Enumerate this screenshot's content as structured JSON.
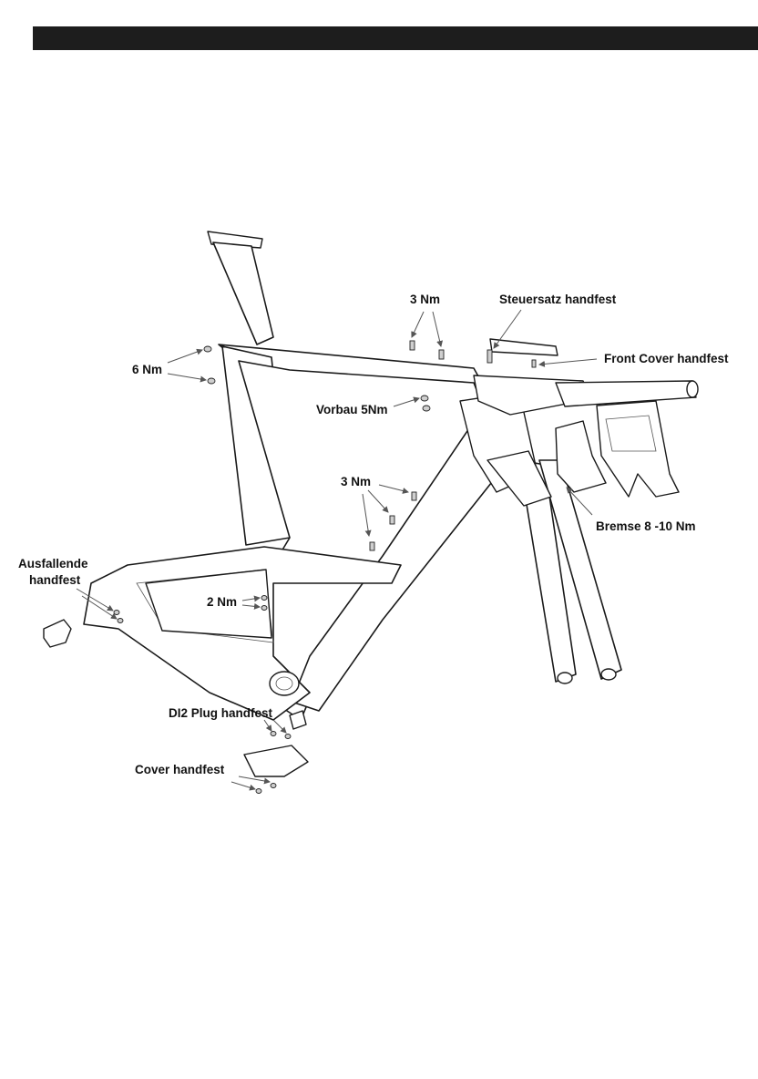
{
  "header": {
    "bar_color": "#1d1d1d"
  },
  "labels": {
    "three_nm_top": "3 Nm",
    "steuersatz": "Steuersatz handfest",
    "front_cover": "Front Cover handfest",
    "six_nm": "6 Nm",
    "vorbau": "Vorbau 5Nm",
    "three_nm_mid": "3 Nm",
    "bremse": "Bremse 8 -10 Nm",
    "ausfallende_1": "Ausfallende",
    "ausfallende_2": "handfest",
    "two_nm": "2 Nm",
    "di2_plug": "DI2 Plug handfest",
    "cover": "Cover handfest"
  }
}
